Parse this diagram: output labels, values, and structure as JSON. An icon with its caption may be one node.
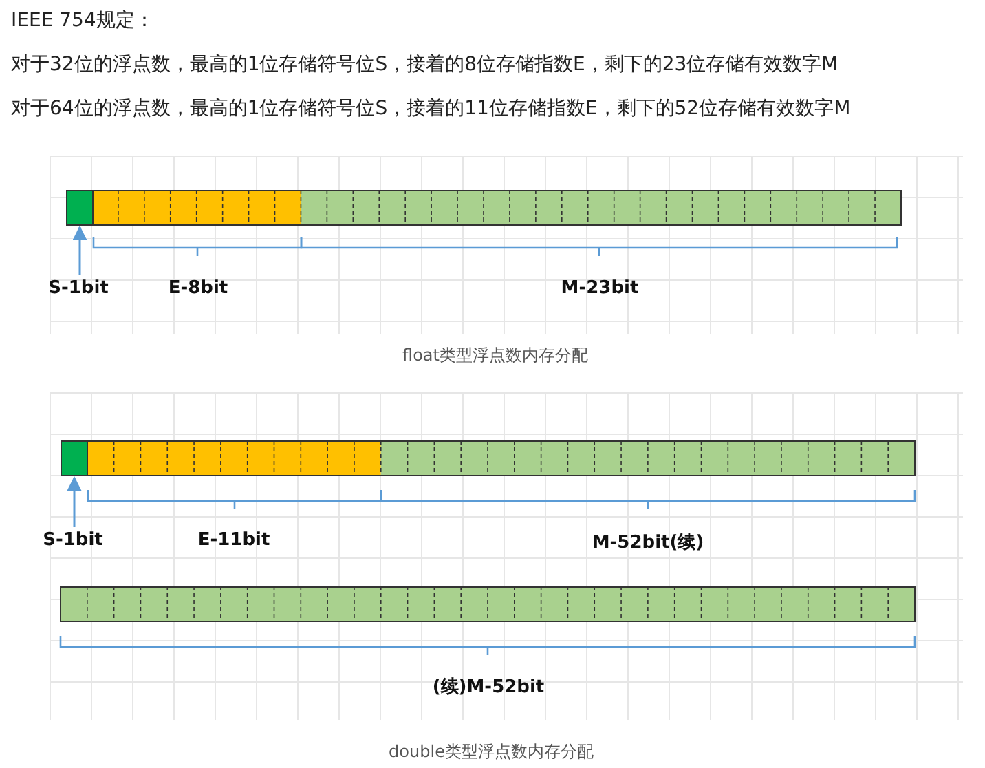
{
  "diagram": {
    "nodes": [
      {
        "text": [],
        "shape": "box"
      },
      {
        "text": [
          "S-1bit"
        ]
      },
      {
        "text": [],
        "shape": "box"
      },
      {
        "text": [
          "S-1bit"
        ]
      }
    ],
    "edges": [
      {
        "from": 1,
        "to": 0,
        "arrow": "to"
      },
      {
        "from": 3,
        "to": 2,
        "arrow": "to"
      }
    ],
    "labels": [
      "IEEE 754规定：",
      "对于32位的浮点数，最高的1位存储符号位S，接着的8位存储指数E，剩下的23位存储有效数字M",
      "对于64位的浮点数，最高的1位存储符号位S，接着的11位存储指数E，剩下的52位存储有效数字M",
      "E-8bit",
      "M-23bit",
      "float类型浮点数内存分配",
      "E-11bit",
      "M-52bit(续)",
      "(续)M-52bit",
      "double类型浮点数内存分配"
    ]
  }
}
